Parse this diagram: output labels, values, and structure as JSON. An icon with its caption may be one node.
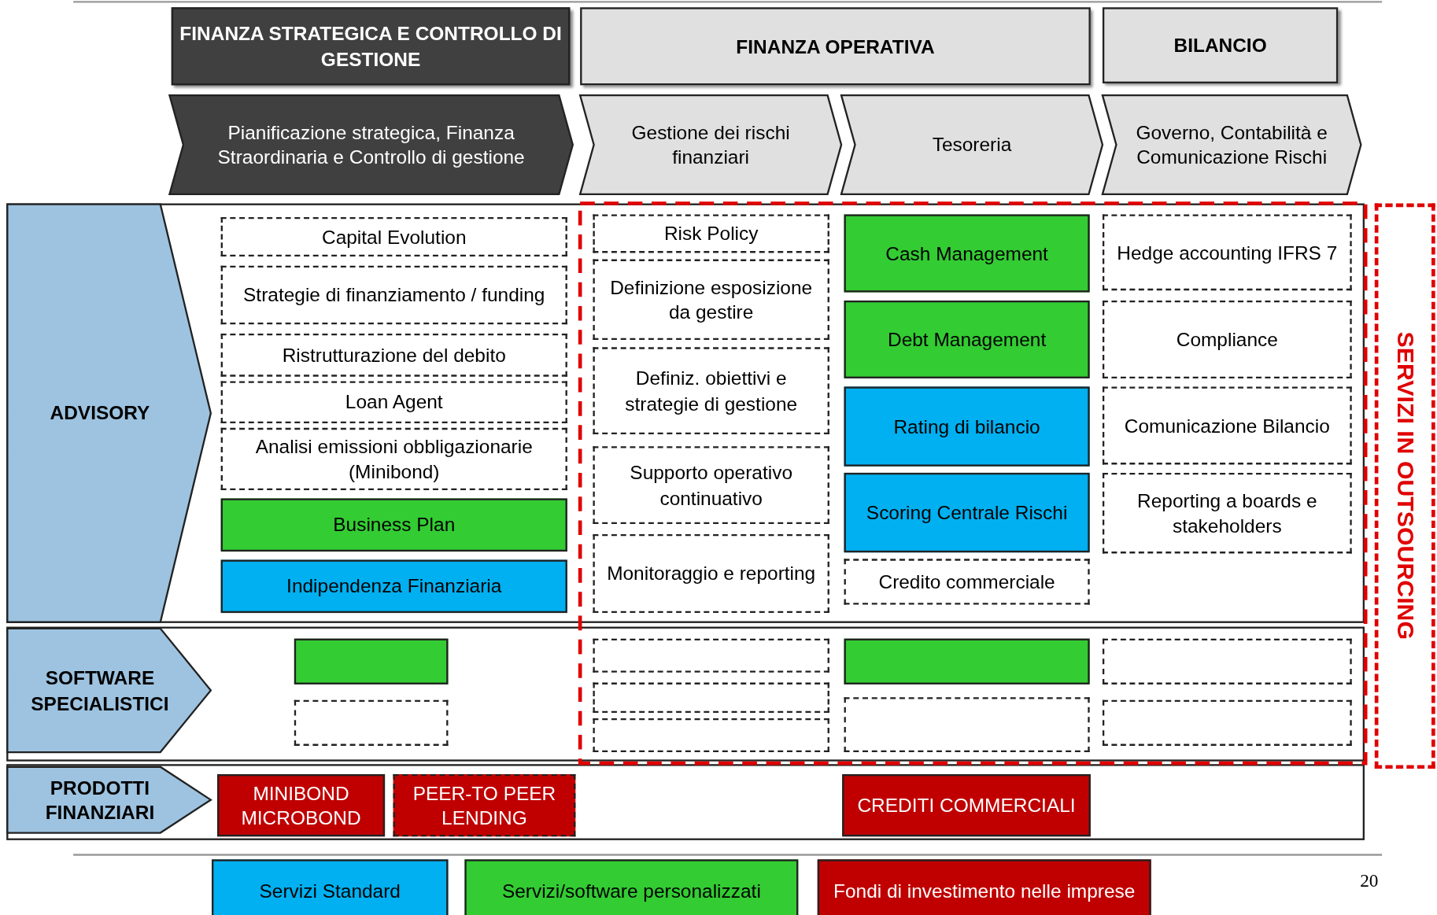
{
  "diagram": {
    "nodes": [
      {
        "text": [
          "FINANZA STRATEGICA E CONTROLLO DI GESTIONE"
        ]
      },
      {
        "text": [
          "FINANZA OPERATIVA"
        ]
      },
      {
        "text": [
          "BILANCIO"
        ]
      },
      {
        "text": [
          "Pianificazione strategica, Finanza Straordinaria e Controllo di gestione"
        ]
      },
      {
        "text": [
          "Gestione dei rischi finanziari"
        ]
      },
      {
        "text": [
          "Tesoreria"
        ]
      },
      {
        "text": [
          "Governo, Contabilità e Comunicazione Rischi"
        ]
      },
      {
        "text": [
          "ADVISORY"
        ]
      },
      {
        "text": [
          "Capital Evolution"
        ]
      },
      {
        "text": [
          "Strategie di finanziamento / funding"
        ]
      },
      {
        "text": [
          "Ristrutturazione del debito"
        ]
      },
      {
        "text": [
          "Loan Agent"
        ]
      },
      {
        "text": [
          "Analisi emissioni obbligazionarie (Minibond)"
        ]
      },
      {
        "text": [
          "Business Plan"
        ]
      },
      {
        "text": [
          "Indipendenza Finanziaria"
        ]
      },
      {
        "text": [
          "Risk Policy"
        ]
      },
      {
        "text": [
          "Definizione esposizione da gestire"
        ]
      },
      {
        "text": [
          "Definiz. obiettivi e strategie di gestione"
        ]
      },
      {
        "text": [
          "Supporto operativo continuativo"
        ]
      },
      {
        "text": [
          "Monitoraggio e reporting"
        ]
      },
      {
        "text": [
          "Cash Management"
        ]
      },
      {
        "text": [
          "Debt Management"
        ]
      },
      {
        "text": [
          "Rating di bilancio"
        ]
      },
      {
        "text": [
          "Scoring Centrale Rischi"
        ]
      },
      {
        "text": [
          "Credito commerciale"
        ]
      },
      {
        "text": [
          "Hedge accounting IFRS 7"
        ]
      },
      {
        "text": [
          "Compliance"
        ]
      },
      {
        "text": [
          "Comunicazione Bilancio"
        ]
      },
      {
        "text": [
          "Reporting a boards e stakeholders"
        ]
      },
      {
        "text": [
          "SOFTWARE SPECIALISTICI"
        ]
      },
      {
        "text": [],
        "shape": "box"
      },
      {
        "text": [],
        "shape": "box"
      },
      {
        "text": [],
        "shape": "box"
      },
      {
        "text": [],
        "shape": "box"
      },
      {
        "text": [],
        "shape": "box"
      },
      {
        "text": [],
        "shape": "box"
      },
      {
        "text": [],
        "shape": "box"
      },
      {
        "text": [],
        "shape": "box"
      },
      {
        "text": [],
        "shape": "box"
      },
      {
        "text": [
          "PRODOTTI FINANZIARI"
        ]
      },
      {
        "text": [
          "MINIBOND MICROBOND"
        ]
      },
      {
        "text": [
          "PEER-TO PEER LENDING"
        ]
      },
      {
        "text": [
          "CREDITI COMMERCIALI"
        ]
      },
      {
        "text": [
          "SERVIZI IN OUTSOURCING"
        ]
      }
    ],
    "labels": [
      "20"
    ],
    "legend": [
      {
        "text": "Servizi Standard",
        "color": "#00b0f0"
      },
      {
        "text": "Servizi/software personalizzati",
        "color": "#33cc33"
      },
      {
        "text": "Fondi di investimento nelle imprese",
        "color": "#c00000"
      }
    ]
  }
}
